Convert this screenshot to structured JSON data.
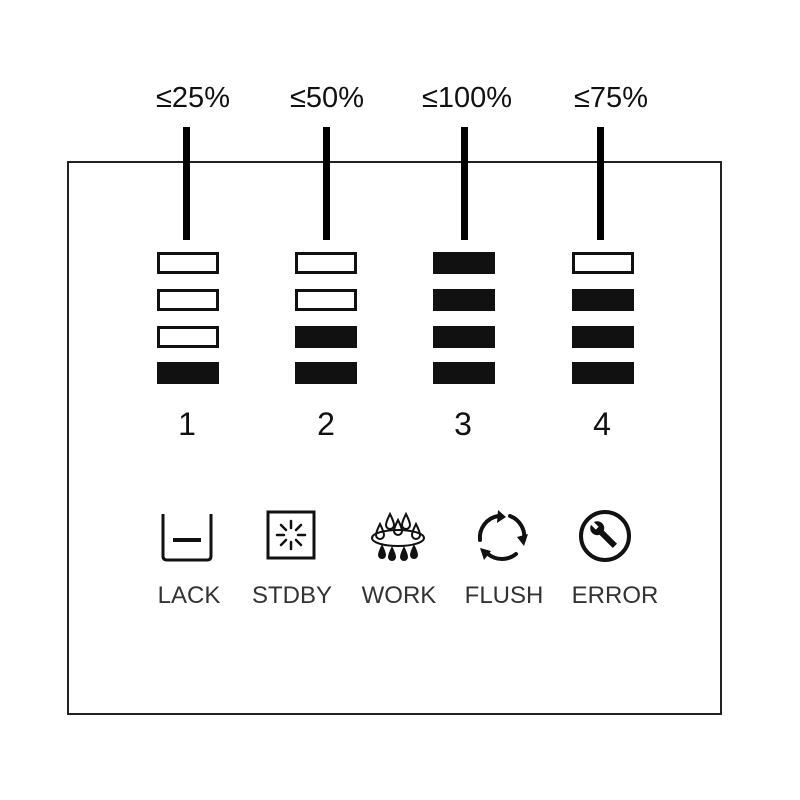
{
  "level_labels": [
    "≤25%",
    "≤50%",
    "≤100%",
    "≤75%"
  ],
  "group_numbers": [
    "1",
    "2",
    "3",
    "4"
  ],
  "groups": [
    {
      "filled_segments": 1,
      "total_segments": 4
    },
    {
      "filled_segments": 2,
      "total_segments": 4
    },
    {
      "filled_segments": 4,
      "total_segments": 4
    },
    {
      "filled_segments": 3,
      "total_segments": 4
    }
  ],
  "status": [
    {
      "icon": "lack-icon",
      "label": "LACK"
    },
    {
      "icon": "standby-icon",
      "label": "STDBY"
    },
    {
      "icon": "work-icon",
      "label": "WORK"
    },
    {
      "icon": "flush-icon",
      "label": "FLUSH"
    },
    {
      "icon": "error-icon",
      "label": "ERROR"
    }
  ]
}
